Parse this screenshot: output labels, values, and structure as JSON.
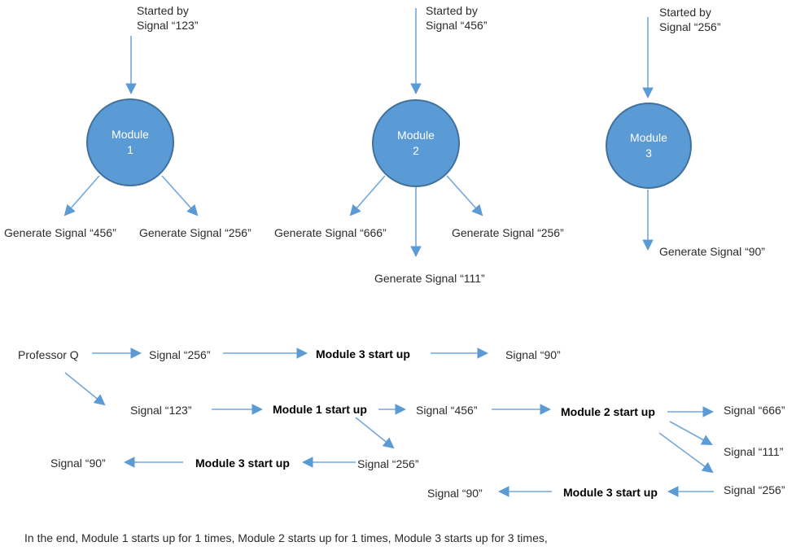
{
  "colors": {
    "circle_fill": "#5b9bd5",
    "circle_border": "#41719c",
    "arrow": "#74a7dc",
    "arrowhead": "#5b9bd5",
    "text": "#2b2b2b",
    "circle_text": "#ffffff"
  },
  "top": {
    "modules": [
      {
        "started_line1": "Started by",
        "started_line2": "Signal “123”",
        "name_line1": "Module",
        "name_line2": "1",
        "out1": "Generate Signal “456”",
        "out2": "Generate Signal “256”"
      },
      {
        "started_line1": "Started by",
        "started_line2": "Signal “456”",
        "name_line1": "Module",
        "name_line2": "2",
        "out1": "Generate Signal “666”",
        "out2": "Generate Signal “256”",
        "out3": "Generate Signal “111”"
      },
      {
        "started_line1": "Started by",
        "started_line2": "Signal “256”",
        "name_line1": "Module",
        "name_line2": "3",
        "out1": "Generate Signal “90”"
      }
    ]
  },
  "flow": {
    "professor": "Professor Q",
    "r1_signal": "Signal “256”",
    "r1_module": "Module 3 start up",
    "r1_result": "Signal “90”",
    "r2_signal1": "Signal “123”",
    "r2_module1": "Module 1 start up",
    "r2_signal2": "Signal “456”",
    "r2_module2": "Module 2 start up",
    "r2_signal3": "Signal “666”",
    "r2_signal4": "Signal “111”",
    "r3_result": "Signal “90”",
    "r3_module": "Module 3 start up",
    "r3_signal": "Signal “256”",
    "r4_result": "Signal “90”",
    "r4_module": "Module 3 start up",
    "r4_signal": "Signal “256”"
  },
  "summary": "In the end, Module 1 starts up for 1 times, Module 2 starts up for 1 times, Module 3 starts up for 3 times,"
}
